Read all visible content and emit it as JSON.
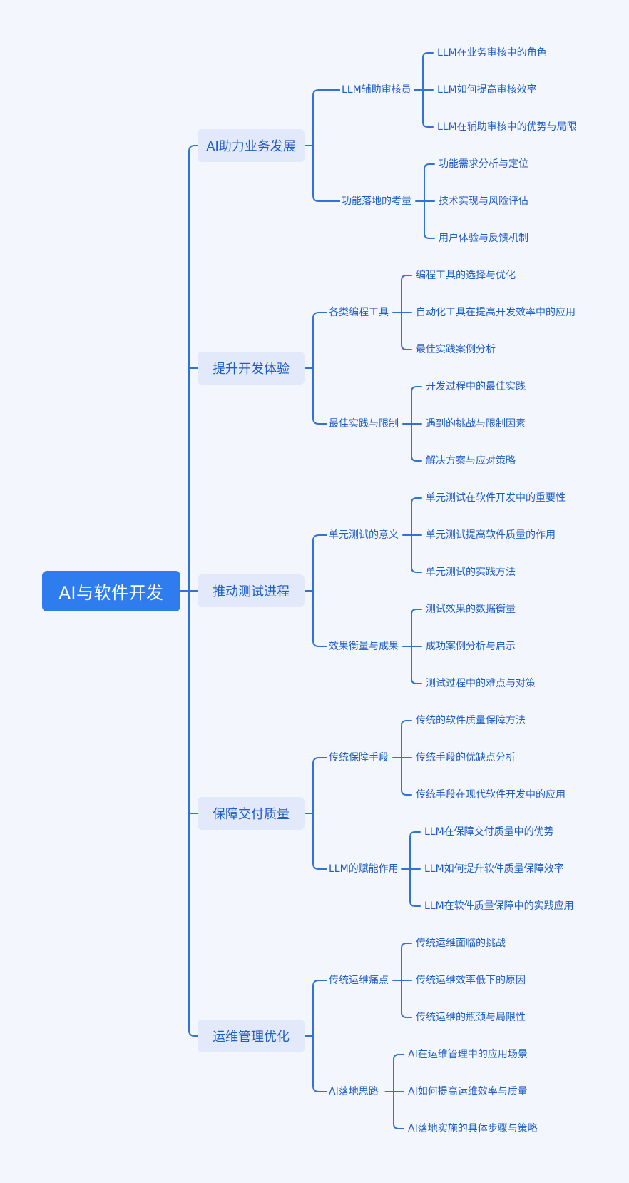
{
  "root": {
    "label": "AI与软件开发"
  },
  "colors": {
    "accent": "#2f7cef",
    "line": "#2f73d8",
    "node_bg": "#e2e9fb",
    "text": "#1f5ec4",
    "background": "#f4f6fd"
  },
  "categories": [
    {
      "label": "AI助力业务发展",
      "subs": [
        {
          "label": "LLM辅助审核员",
          "leaves": [
            "LLM在业务审核中的角色",
            "LLM如何提高审核效率",
            "LLM在辅助审核中的优势与局限"
          ]
        },
        {
          "label": "功能落地的考量",
          "leaves": [
            "功能需求分析与定位",
            "技术实现与风险评估",
            "用户体验与反馈机制"
          ]
        }
      ]
    },
    {
      "label": "提升开发体验",
      "subs": [
        {
          "label": "各类编程工具",
          "leaves": [
            "编程工具的选择与优化",
            "自动化工具在提高开发效率中的应用",
            "最佳实践案例分析"
          ]
        },
        {
          "label": "最佳实践与限制",
          "leaves": [
            "开发过程中的最佳实践",
            "遇到的挑战与限制因素",
            "解决方案与应对策略"
          ]
        }
      ]
    },
    {
      "label": "推动测试进程",
      "subs": [
        {
          "label": "单元测试的意义",
          "leaves": [
            "单元测试在软件开发中的重要性",
            "单元测试提高软件质量的作用",
            "单元测试的实践方法"
          ]
        },
        {
          "label": "效果衡量与成果",
          "leaves": [
            "测试效果的数据衡量",
            "成功案例分析与启示",
            "测试过程中的难点与对策"
          ]
        }
      ]
    },
    {
      "label": "保障交付质量",
      "subs": [
        {
          "label": "传统保障手段",
          "leaves": [
            "传统的软件质量保障方法",
            "传统手段的优缺点分析",
            "传统手段在现代软件开发中的应用"
          ]
        },
        {
          "label": "LLM的赋能作用",
          "leaves": [
            "LLM在保障交付质量中的优势",
            "LLM如何提升软件质量保障效率",
            "LLM在软件质量保障中的实践应用"
          ]
        }
      ]
    },
    {
      "label": "运维管理优化",
      "subs": [
        {
          "label": "传统运维痛点",
          "leaves": [
            "传统运维面临的挑战",
            "传统运维效率低下的原因",
            "传统运维的瓶颈与局限性"
          ]
        },
        {
          "label": "AI落地思路",
          "leaves": [
            "AI在运维管理中的应用场景",
            "AI如何提高运维效率与质量",
            "AI落地实施的具体步骤与策略"
          ]
        }
      ]
    }
  ]
}
